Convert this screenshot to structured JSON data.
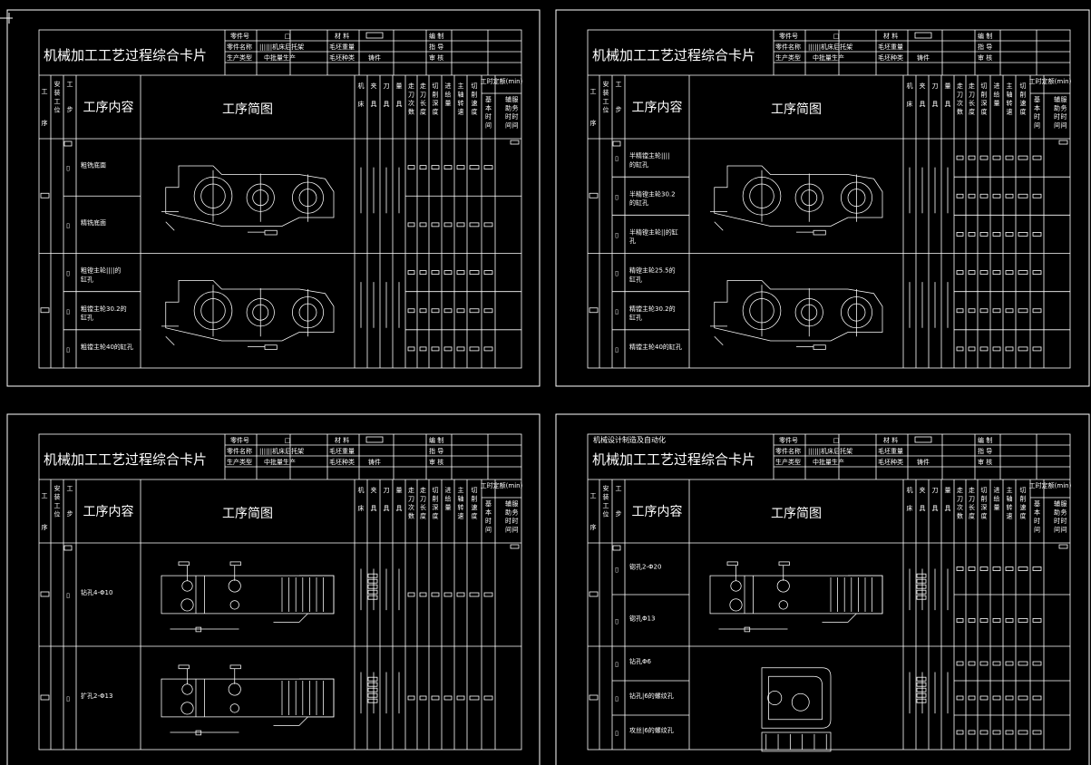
{
  "common": {
    "card_title": "机械加工工艺过程综合卡片",
    "part_no_label": "零件号",
    "part_no_value": "□",
    "material_label": "材 料",
    "prepared_label": "编 制",
    "part_name_label": "零件名称",
    "part_name_value": "||||||机床后托架",
    "blank_weight_label": "毛坯重量",
    "guide_label": "指 导",
    "production_type_label": "生产类型",
    "production_type_value": "中批量生产",
    "blank_type_label": "毛坯种类",
    "casting_label": "铸件",
    "review_label": "审 核",
    "col_process": "工序",
    "col_install": "安装工位",
    "col_step": "工步",
    "col_content": "工序内容",
    "col_sketch": "工序简图",
    "col_machine": "机床",
    "col_fixture": "夹具",
    "col_tool": "刀具",
    "col_gauge": "量具",
    "col_passes": "走刀次数",
    "col_length": "走刀长度",
    "col_depth": "切削深度",
    "col_feed": "进给量",
    "col_speed": "主轴转速",
    "col_cut_speed": "切削速度",
    "col_time": "工时定额(min)",
    "col_basic_time": "基本时间",
    "col_aux_time": "辅助时间",
    "col_service_time": "服务时间"
  },
  "sheets": [
    {
      "header_extra": "",
      "steps": [
        {
          "label": "粗铣底面"
        },
        {
          "label": "精铣底面"
        },
        {
          "label": "粗镗主轮||||的缸孔"
        },
        {
          "label": "粗镗主轮30.2的缸孔"
        },
        {
          "label": "粗镗主轮40的缸孔"
        }
      ]
    },
    {
      "header_extra": "",
      "steps": [
        {
          "label": "半精镗主轮||||的缸孔"
        },
        {
          "label": "半精镗主轮30.2的缸孔"
        },
        {
          "label": "半精镗主轮||的缸孔"
        },
        {
          "label": "精镗主轮25.5的缸孔"
        },
        {
          "label": "精镗主轮30.2的缸孔"
        },
        {
          "label": "精镗主轮40的缸孔"
        }
      ]
    },
    {
      "header_extra": "",
      "steps": [
        {
          "label": "钻孔4-Φ10"
        },
        {
          "label": "扩孔2-Φ13"
        }
      ]
    },
    {
      "header_extra": "机械设计制造及自动化",
      "steps": [
        {
          "label": "锪孔2-Φ20"
        },
        {
          "label": "锪孔Φ13"
        },
        {
          "label": "钻孔Φ6"
        },
        {
          "label": "钻孔|6的螺纹孔"
        },
        {
          "label": "攻丝|6的螺纹孔"
        }
      ]
    }
  ]
}
